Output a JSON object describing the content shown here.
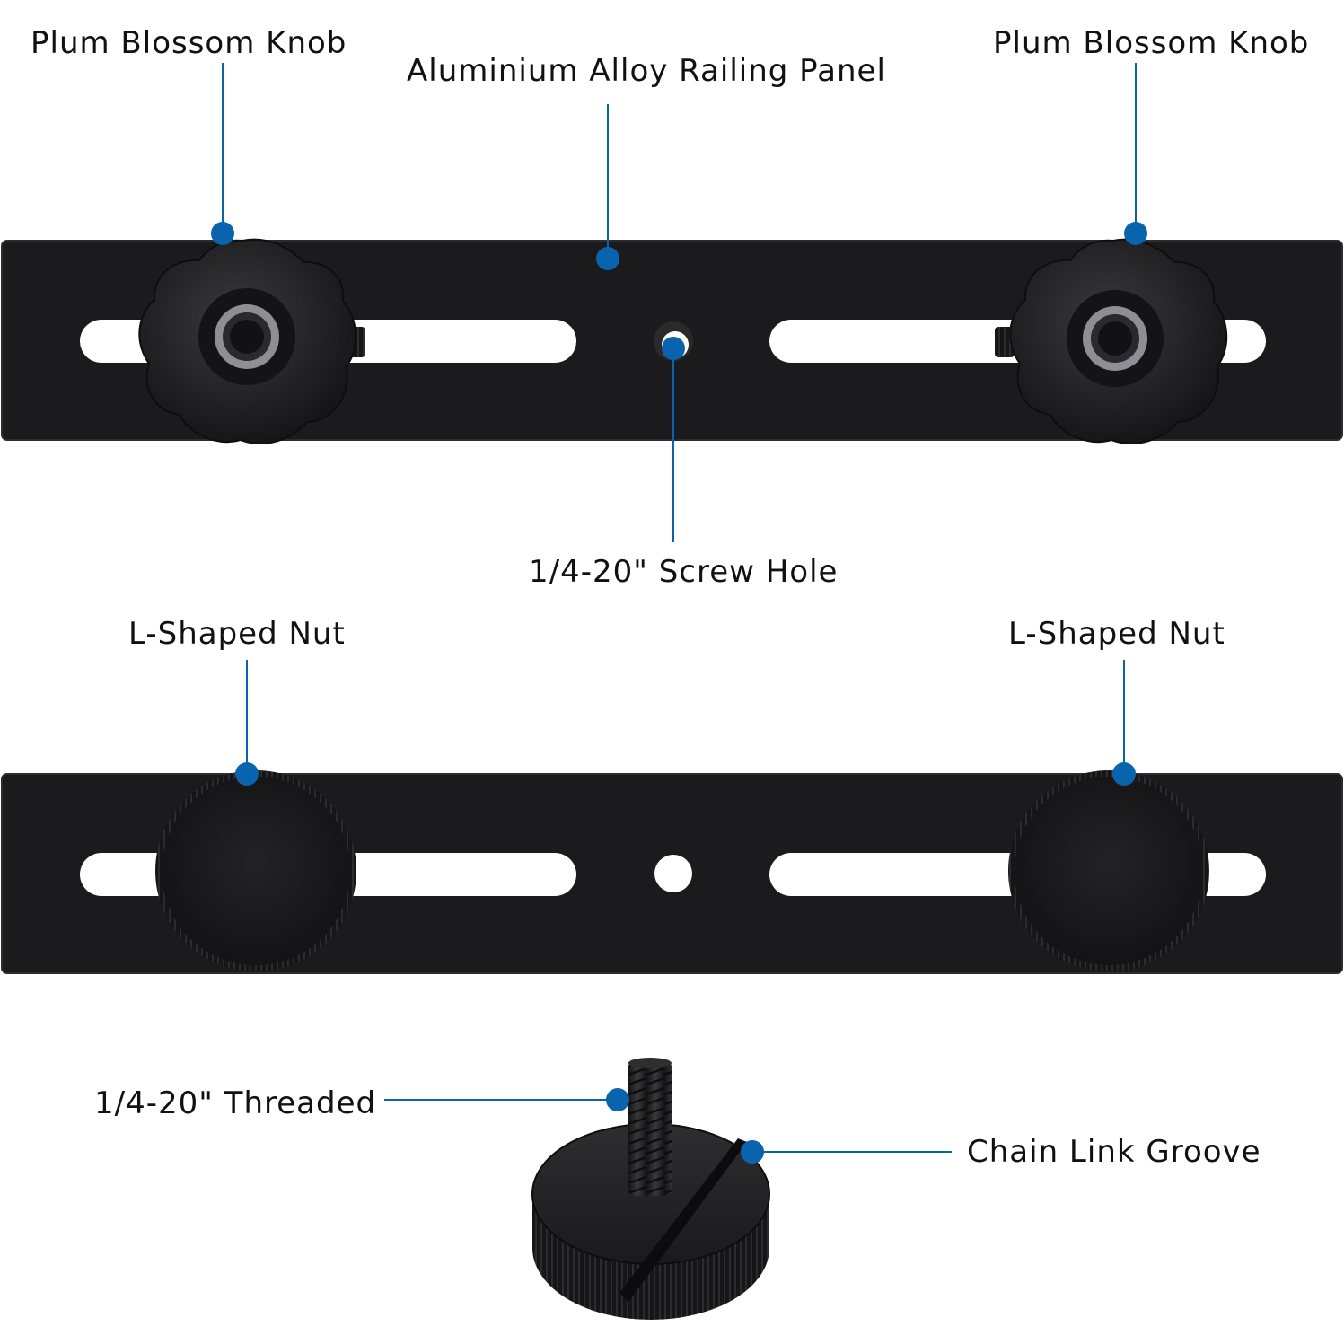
{
  "labels": {
    "knob_left": "Plum Blossom Knob",
    "knob_right": "Plum Blossom Knob",
    "railing_panel": "Aluminium Alloy Railing Panel",
    "screw_hole": "1/4-20\" Screw Hole",
    "nut_left": "L-Shaped Nut",
    "nut_right": "L-Shaped Nut",
    "threaded": "1/4-20\" Threaded",
    "chain_groove": "Chain Link Groove"
  },
  "colors": {
    "callout": "#0a63ad",
    "metal": "#1b1b1d",
    "metal_edge": "#2c2c30",
    "background": "#ffffff"
  }
}
